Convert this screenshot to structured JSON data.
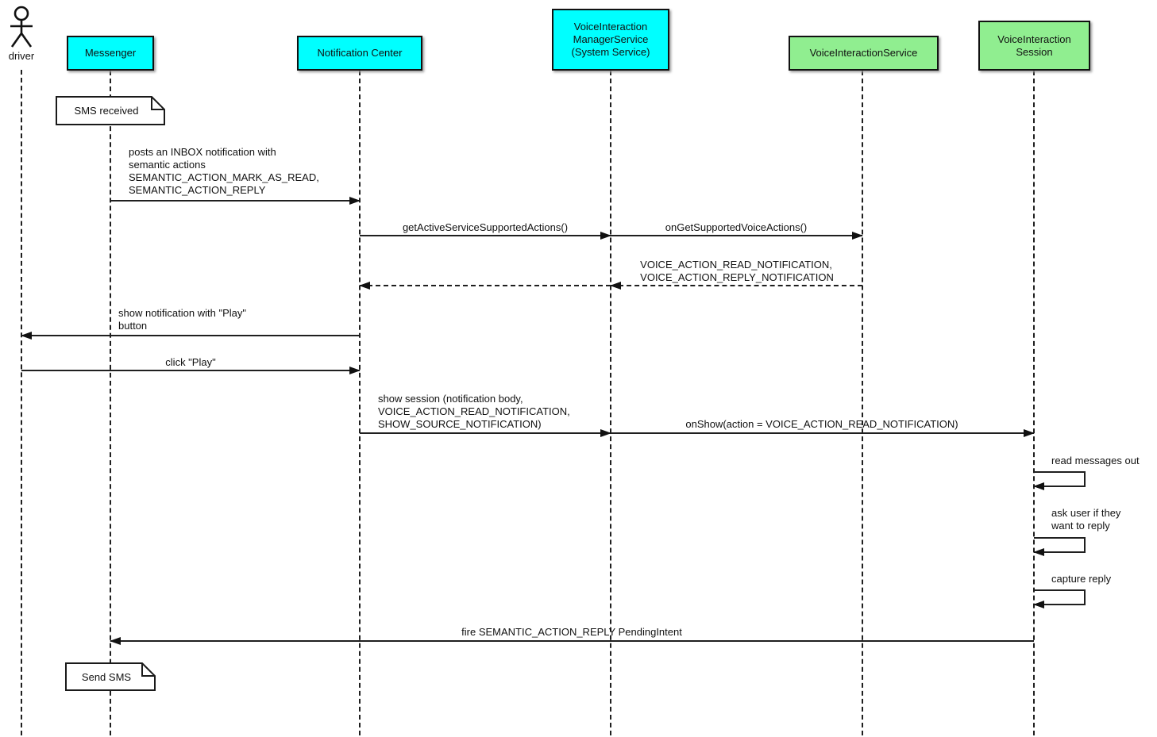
{
  "colors": {
    "system_participant_fill": "#00ffff",
    "voice_participant_fill": "#90ee90",
    "note_fill": "#ffffff",
    "line": "#1a1a1a"
  },
  "participants": {
    "driver": {
      "label": "driver"
    },
    "messenger": {
      "label": "Messenger"
    },
    "notification_center": {
      "label": "Notification Center"
    },
    "vims": {
      "line1": "VoiceInteraction",
      "line2": "ManagerService",
      "line3": "(System Service)"
    },
    "vis": {
      "label": "VoiceInteractionService"
    },
    "visession": {
      "line1": "VoiceInteraction",
      "line2": "Session"
    }
  },
  "notes": {
    "sms_received": "SMS received",
    "send_sms": "Send SMS"
  },
  "messages": {
    "post_notification": {
      "line1": "posts an INBOX notification with",
      "line2": "semantic actions",
      "line3": "SEMANTIC_ACTION_MARK_AS_READ,",
      "line4": "SEMANTIC_ACTION_REPLY"
    },
    "get_active_actions": "getActiveServiceSupportedActions()",
    "on_get_supported": "onGetSupportedVoiceActions()",
    "voice_actions_return": {
      "line1": "VOICE_ACTION_READ_NOTIFICATION,",
      "line2": "VOICE_ACTION_REPLY_NOTIFICATION"
    },
    "show_notification": {
      "line1": "show notification with \"Play\"",
      "line2": "button"
    },
    "click_play": "click \"Play\"",
    "show_session": {
      "line1": "show session (notification body,",
      "line2": "VOICE_ACTION_READ_NOTIFICATION,",
      "line3": "SHOW_SOURCE_NOTIFICATION)"
    },
    "on_show": "onShow(action = VOICE_ACTION_READ_NOTIFICATION)",
    "read_messages": "read messages out",
    "ask_user": {
      "line1": "ask user if they",
      "line2": "want to reply"
    },
    "capture_reply": "capture reply",
    "fire_reply": "fire SEMANTIC_ACTION_REPLY PendingIntent"
  }
}
